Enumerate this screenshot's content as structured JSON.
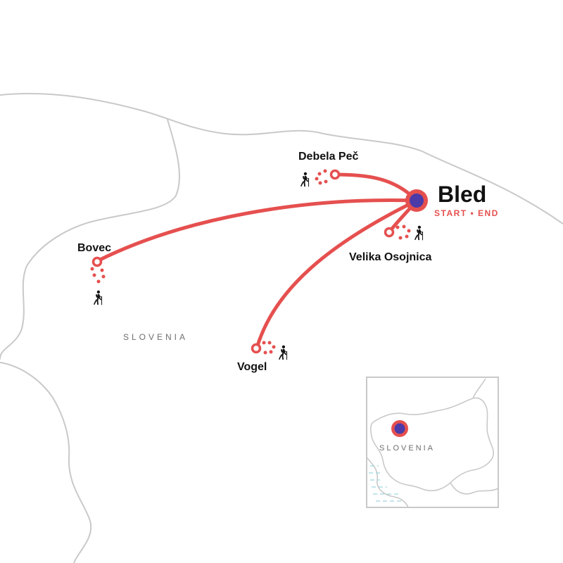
{
  "map": {
    "country_label": "SLOVENIA",
    "colors": {
      "route": "#e5504f",
      "hub": "#4b3aa8",
      "border": "#c9c9c9",
      "label": "#111111",
      "water": "#9fd6df"
    },
    "hub": {
      "name": "Bled",
      "tag": "START • END"
    },
    "stops": [
      {
        "id": "debela-pec",
        "name": "Debela Peč",
        "icon": "hiker-icon"
      },
      {
        "id": "velika-osojnica",
        "name": "Velika Osojnica",
        "icon": "hiker-icon"
      },
      {
        "id": "bovec",
        "name": "Bovec",
        "icon": "hiker-icon"
      },
      {
        "id": "vogel",
        "name": "Vogel",
        "icon": "hiker-icon"
      }
    ]
  },
  "inset": {
    "country_label": "SLOVENIA"
  }
}
